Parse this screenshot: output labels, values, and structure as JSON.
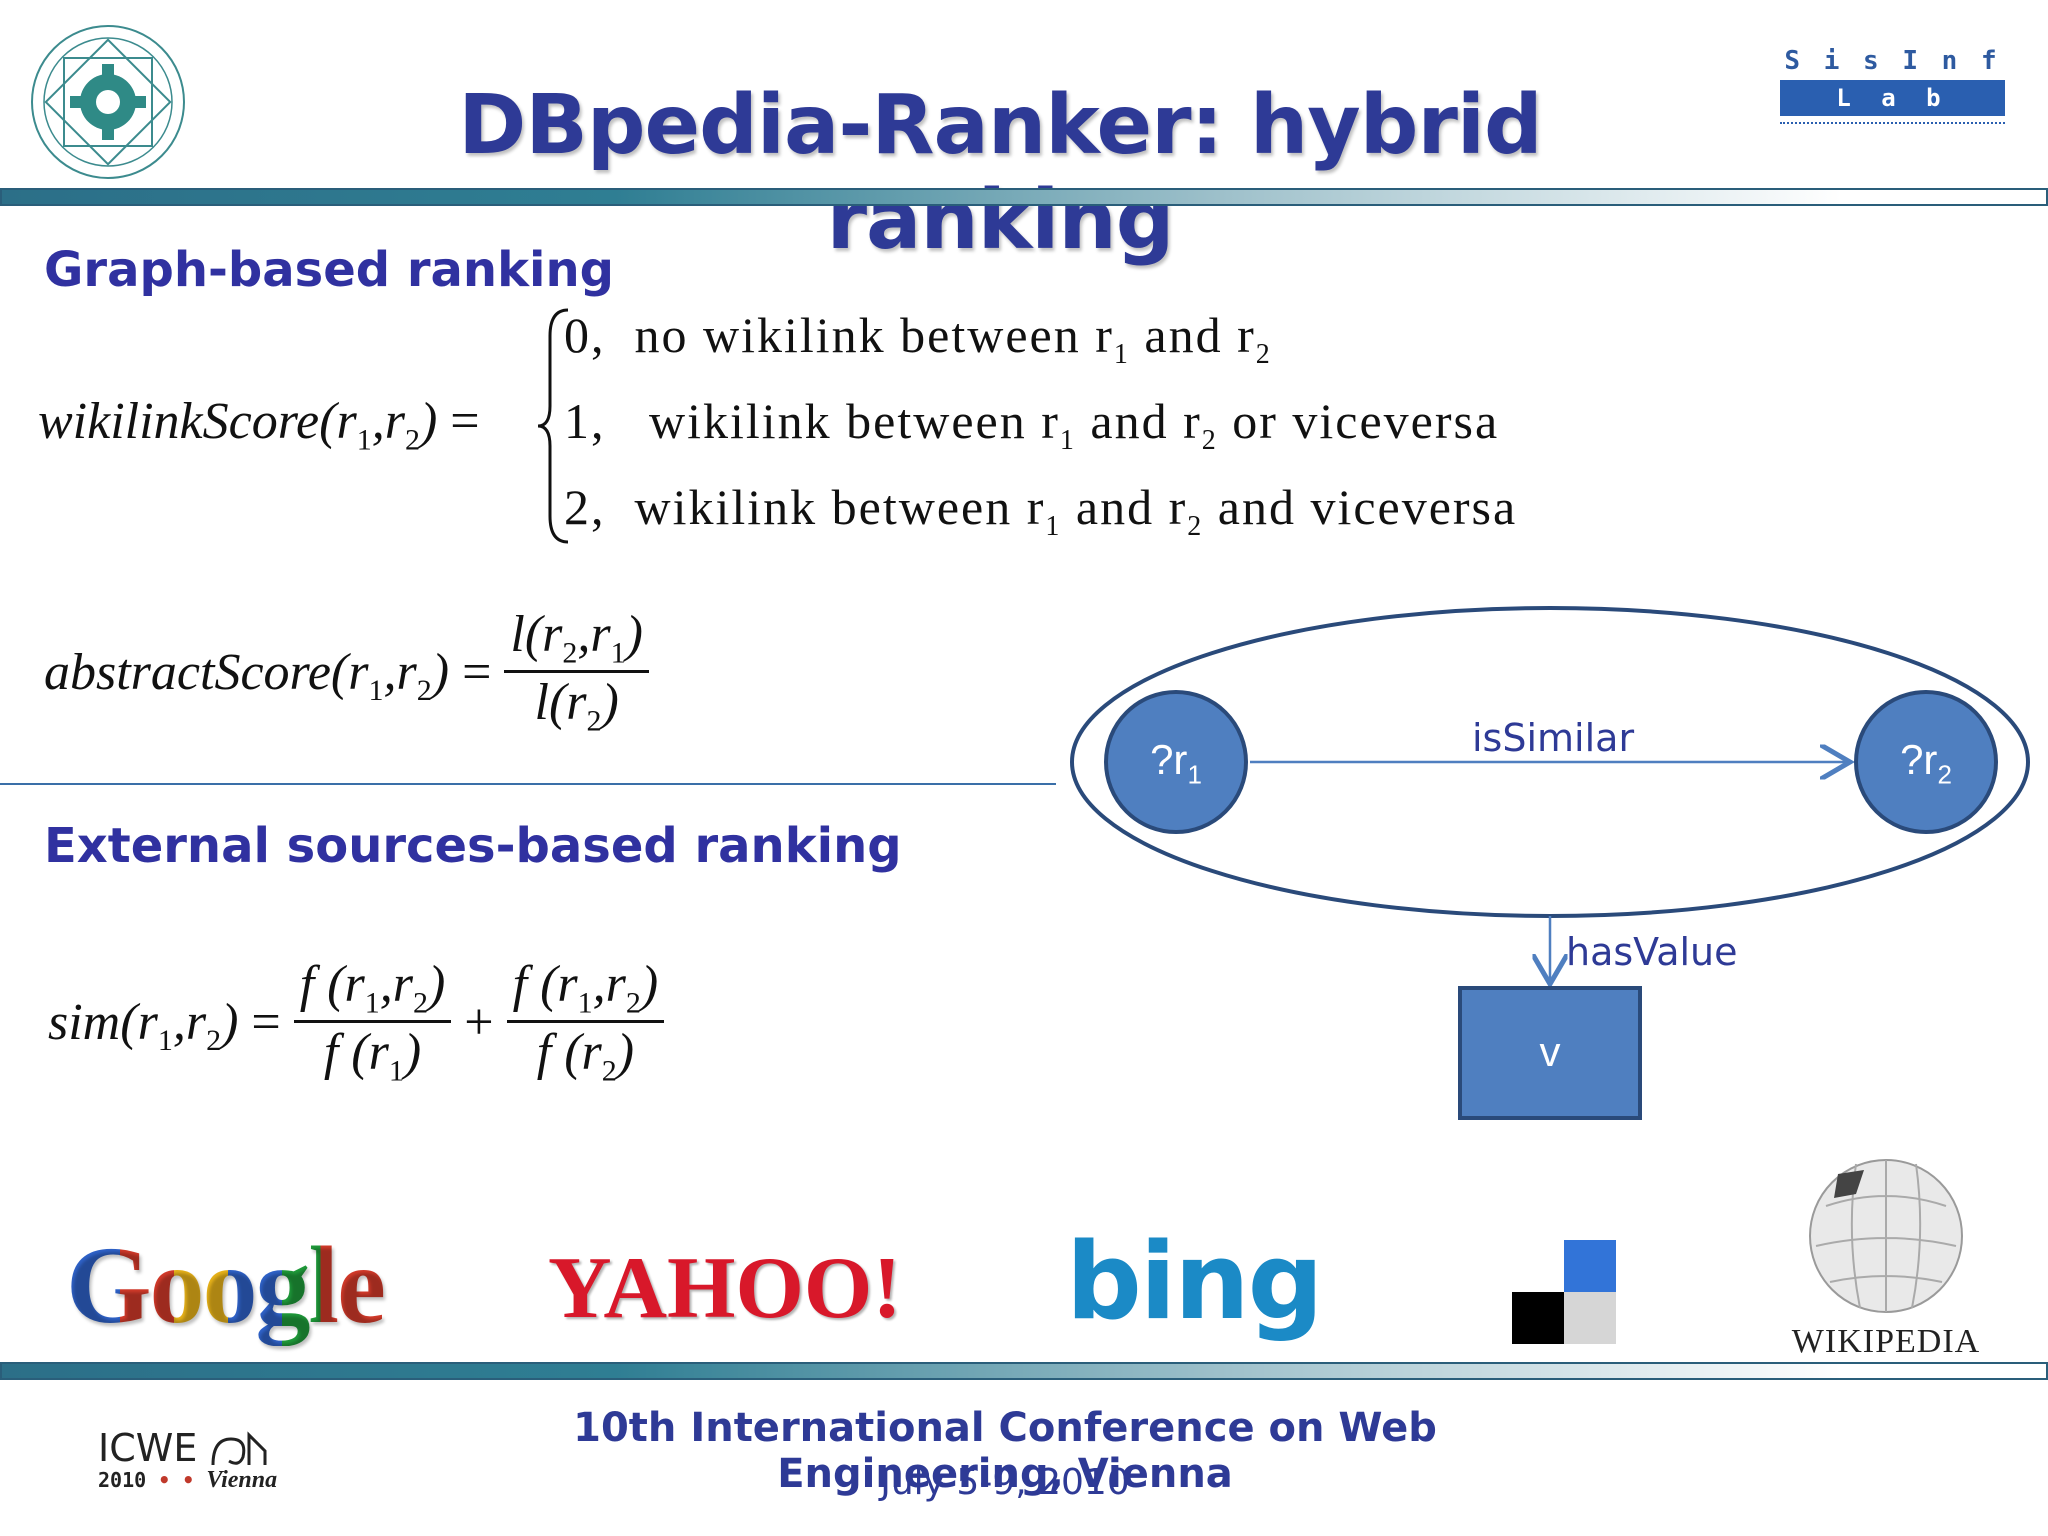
{
  "slide": {
    "title": "DBpedia-Ranker: hybrid ranking",
    "sisinf": {
      "top": "S i s I n f",
      "bottom": "L a b"
    }
  },
  "graph_section": {
    "heading": "Graph-based ranking",
    "wikilink": {
      "lhs_name": "wikilinkScore",
      "args": "(r",
      "cases": [
        {
          "value": "0,",
          "text": "no wikilink between r",
          "mid": " and r",
          "tail": ""
        },
        {
          "value": "1,",
          "text": "wikilink between r",
          "mid": " and r",
          "tail": " or viceversa"
        },
        {
          "value": "2,",
          "text": "wikilink between r",
          "mid": " and r",
          "tail": " and viceversa"
        }
      ]
    },
    "abstract": {
      "lhs_name": "abstractScore"
    }
  },
  "external_section": {
    "heading": "External sources-based ranking",
    "sim": {
      "lhs_name": "sim"
    }
  },
  "diagram": {
    "node_r1": "?r",
    "node_r2": "?r",
    "sub1": "1",
    "sub2": "2",
    "edge_similar": "isSimilar",
    "edge_value": "hasValue",
    "value_node": "v",
    "colors": {
      "node_fill": "#4f7fc0",
      "node_stroke": "#2a4a7a",
      "edge": "#4f7fc0",
      "label": "#2e3a96"
    }
  },
  "logos": {
    "google": "Google",
    "yahoo": "YAHOO!",
    "bing": "bing",
    "wikipedia": "WIKIPEDIA",
    "icwe": "ICWE",
    "icwe_sub": "2010",
    "icwe_city": "Vienna"
  },
  "footer": {
    "conference": "10th International Conference on Web Engineering, Vienna",
    "dates": "July 5-9, 2010"
  }
}
